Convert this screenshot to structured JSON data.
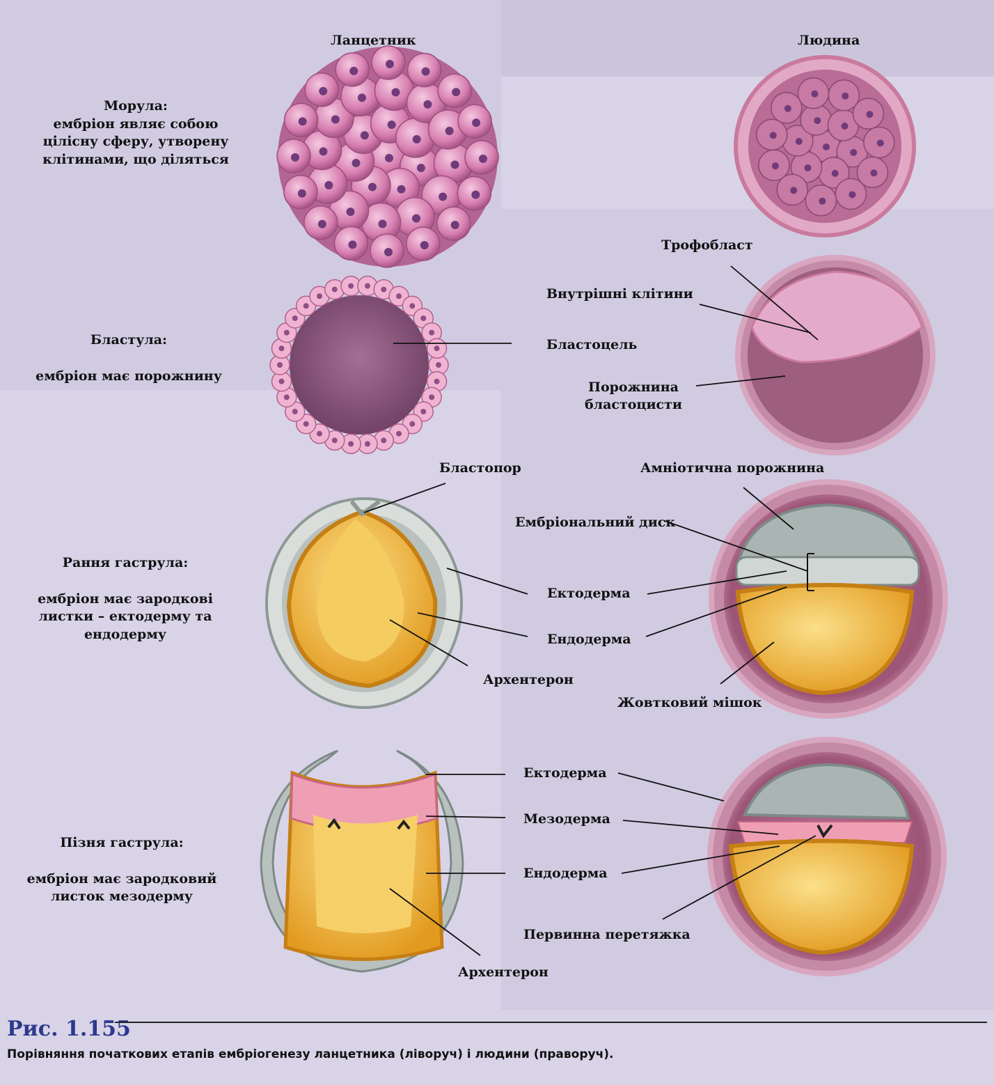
{
  "columns": {
    "left": "Ланцетник",
    "right": "Людина"
  },
  "stages": {
    "morula": {
      "title": "Морула:",
      "desc": [
        "ембріон являє собою",
        "цілісну сферу, утворену",
        "клітинами, що діляться"
      ]
    },
    "blastula": {
      "title": "Бластула:",
      "desc": [
        "ембріон має порожнину"
      ]
    },
    "early_gastrula": {
      "title": "Рання гаструла:",
      "desc": [
        "ембріон має зародкові",
        "листки – ектодерму та",
        "ендодерму"
      ]
    },
    "late_gastrula": {
      "title": "Пізня гаструла:",
      "desc": [
        "ембріон має зародковий",
        "листок мезодерму"
      ]
    }
  },
  "labels": {
    "trophoblast": "Трофобласт",
    "inner_cells": "Внутрішні клітини",
    "blastocoel": "Бластоцель",
    "blastocyst_cavity": [
      "Порожнина",
      "бластоцисти"
    ],
    "blastopore": "Бластопор",
    "amniotic_cavity": "Амніотична порожнина",
    "embryonic_disc": "Ембріональний диск",
    "ectoderm_1": "Ектодерма",
    "endoderm_1": "Ендодерма",
    "archenteron_1": "Архентерон",
    "yolk_sac": "Жовтковий мішок",
    "ectoderm_2": "Ектодерма",
    "mesoderm": "Мезодерма",
    "endoderm_2": "Ендодерма",
    "primitive_streak": "Первинна перетяжка",
    "archenteron_2": "Архентерон"
  },
  "figure": {
    "number": "Рис. 1.155",
    "caption": "Порівняння початкових етапів ембріогенезу ланцетника (ліворуч) і людини (праворуч)."
  },
  "colors": {
    "background": "#d9d3e8",
    "morula_cell": "#d77fb0",
    "ectoderm": "#b9c1bf",
    "endoderm": "#f2b93b",
    "mesoderm": "#ef9fb4",
    "membrane": "#c97a9d",
    "caption_accent": "#2c3a8c"
  }
}
